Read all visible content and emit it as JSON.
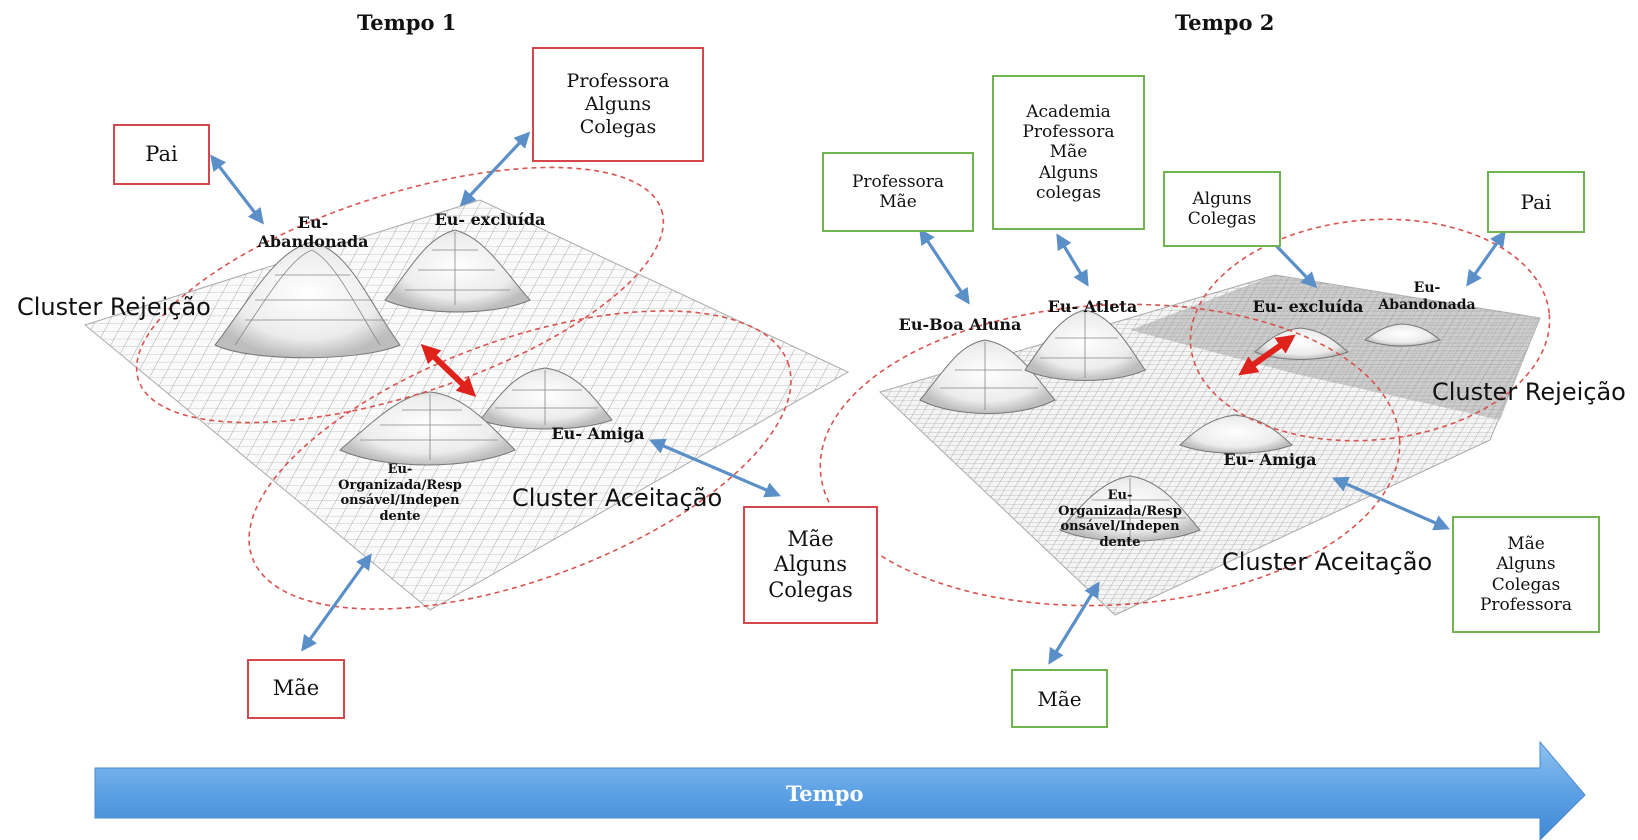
{
  "titles": {
    "t1": "Tempo 1",
    "t2": "Tempo 2"
  },
  "time_arrow": {
    "label": "Tempo"
  },
  "t1": {
    "boxes": {
      "pai": [
        "Pai"
      ],
      "prof": [
        "Professora",
        "Alguns",
        "Colegas"
      ],
      "mae_colegas": [
        "Mãe",
        "Alguns",
        "Colegas"
      ],
      "mae": [
        "Mãe"
      ]
    },
    "peaks": {
      "abandonada": [
        "Eu-",
        "Abandonada"
      ],
      "excluida": [
        "Eu- excluída"
      ],
      "amiga": [
        "Eu- Amiga"
      ],
      "organizada": [
        "Eu-",
        "Organizada/Resp",
        "onsável/Indepen",
        "dente"
      ]
    },
    "clusters": {
      "rejeicao": "Cluster Rejeição",
      "aceitacao": "Cluster Aceitação"
    }
  },
  "t2": {
    "boxes": {
      "prof_mae": [
        "Professora",
        "Mãe"
      ],
      "academia": [
        "Academia",
        "Professora",
        "Mãe",
        "Alguns",
        "colegas"
      ],
      "colegas": [
        "Alguns",
        "Colegas"
      ],
      "pai": [
        "Pai"
      ],
      "mae_group": [
        "Mãe",
        "Alguns",
        "Colegas",
        "Professora"
      ],
      "mae": [
        "Mãe"
      ]
    },
    "peaks": {
      "boa_aluna": [
        "Eu-Boa Aluna"
      ],
      "atleta": [
        "Eu- Atleta"
      ],
      "excluida": [
        "Eu- excluída"
      ],
      "abandonada": [
        "Eu-",
        "Abandonada"
      ],
      "amiga": [
        "Eu- Amiga"
      ],
      "organizada": [
        "Eu-",
        "Organizada/Resp",
        "onsável/Indepen",
        "dente"
      ]
    },
    "clusters": {
      "rejeicao": "Cluster Rejeição",
      "aceitacao": "Cluster Aceitação"
    }
  },
  "colors": {
    "red_box": "#d6474b",
    "green_box": "#70b34f",
    "blue_arrow": "#5b8fc8",
    "red_arrow": "#e0221c",
    "ellipse": "#d9534f"
  }
}
